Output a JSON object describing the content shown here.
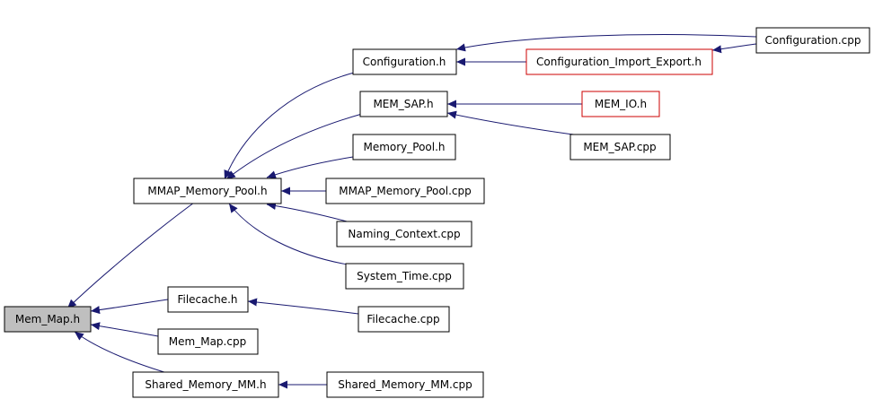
{
  "nodes": [
    {
      "id": "mem_map_h",
      "label": "Mem_Map.h",
      "style": "root"
    },
    {
      "id": "mmap_memory_pool_h",
      "label": "MMAP_Memory_Pool.h",
      "style": "normal"
    },
    {
      "id": "filecache_h",
      "label": "Filecache.h",
      "style": "normal"
    },
    {
      "id": "mem_map_cpp",
      "label": "Mem_Map.cpp",
      "style": "normal"
    },
    {
      "id": "shared_memory_mm_h",
      "label": "Shared_Memory_MM.h",
      "style": "normal"
    },
    {
      "id": "configuration_h",
      "label": "Configuration.h",
      "style": "normal"
    },
    {
      "id": "mem_sap_h",
      "label": "MEM_SAP.h",
      "style": "normal"
    },
    {
      "id": "memory_pool_h",
      "label": "Memory_Pool.h",
      "style": "normal"
    },
    {
      "id": "mmap_memory_pool_cpp",
      "label": "MMAP_Memory_Pool.cpp",
      "style": "normal"
    },
    {
      "id": "naming_context_cpp",
      "label": "Naming_Context.cpp",
      "style": "normal"
    },
    {
      "id": "system_time_cpp",
      "label": "System_Time.cpp",
      "style": "normal"
    },
    {
      "id": "filecache_cpp",
      "label": "Filecache.cpp",
      "style": "normal"
    },
    {
      "id": "shared_memory_mm_cpp",
      "label": "Shared_Memory_MM.cpp",
      "style": "normal"
    },
    {
      "id": "configuration_import_export_h",
      "label": "Configuration_Import_Export.h",
      "style": "red"
    },
    {
      "id": "mem_io_h",
      "label": "MEM_IO.h",
      "style": "red"
    },
    {
      "id": "mem_sap_cpp",
      "label": "MEM_SAP.cpp",
      "style": "normal"
    },
    {
      "id": "configuration_cpp",
      "label": "Configuration.cpp",
      "style": "normal"
    }
  ],
  "edges": [
    {
      "from": "mmap_memory_pool_h",
      "to": "mem_map_h"
    },
    {
      "from": "filecache_h",
      "to": "mem_map_h"
    },
    {
      "from": "mem_map_cpp",
      "to": "mem_map_h"
    },
    {
      "from": "shared_memory_mm_h",
      "to": "mem_map_h"
    },
    {
      "from": "configuration_h",
      "to": "mmap_memory_pool_h"
    },
    {
      "from": "mem_sap_h",
      "to": "mmap_memory_pool_h"
    },
    {
      "from": "memory_pool_h",
      "to": "mmap_memory_pool_h"
    },
    {
      "from": "mmap_memory_pool_cpp",
      "to": "mmap_memory_pool_h"
    },
    {
      "from": "naming_context_cpp",
      "to": "mmap_memory_pool_h"
    },
    {
      "from": "system_time_cpp",
      "to": "mmap_memory_pool_h"
    },
    {
      "from": "configuration_import_export_h",
      "to": "configuration_h"
    },
    {
      "from": "configuration_cpp",
      "to": "configuration_h"
    },
    {
      "from": "configuration_cpp",
      "to": "configuration_import_export_h"
    },
    {
      "from": "mem_io_h",
      "to": "mem_sap_h"
    },
    {
      "from": "mem_sap_cpp",
      "to": "mem_sap_h"
    },
    {
      "from": "filecache_cpp",
      "to": "filecache_h"
    },
    {
      "from": "shared_memory_mm_cpp",
      "to": "shared_memory_mm_h"
    }
  ],
  "colors": {
    "edge": "#191970",
    "root_fill": "#bfbfbf",
    "red_border": "#cc0000",
    "border": "#000000"
  }
}
